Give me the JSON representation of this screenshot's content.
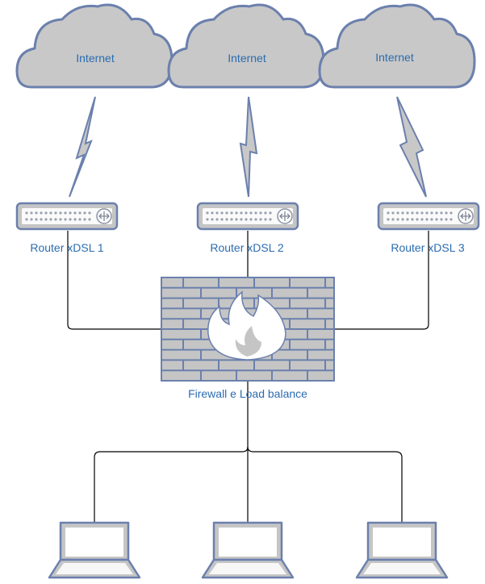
{
  "clouds": [
    {
      "label": "Internet"
    },
    {
      "label": "Internet"
    },
    {
      "label": "Internet"
    }
  ],
  "routers": [
    {
      "label": "Router xDSL 1"
    },
    {
      "label": "Router xDSL 2"
    },
    {
      "label": "Router xDSL 3"
    }
  ],
  "firewall": {
    "label": "Firewall e Load balance"
  },
  "laptops_count": 3,
  "colors": {
    "label_text": "#2b6cb0",
    "cloud_fill": "#c8c8c8",
    "device_stroke": "#6b80ad",
    "device_fill": "#c5c5c5",
    "connector": "#000000",
    "flame": "#ffffff"
  }
}
